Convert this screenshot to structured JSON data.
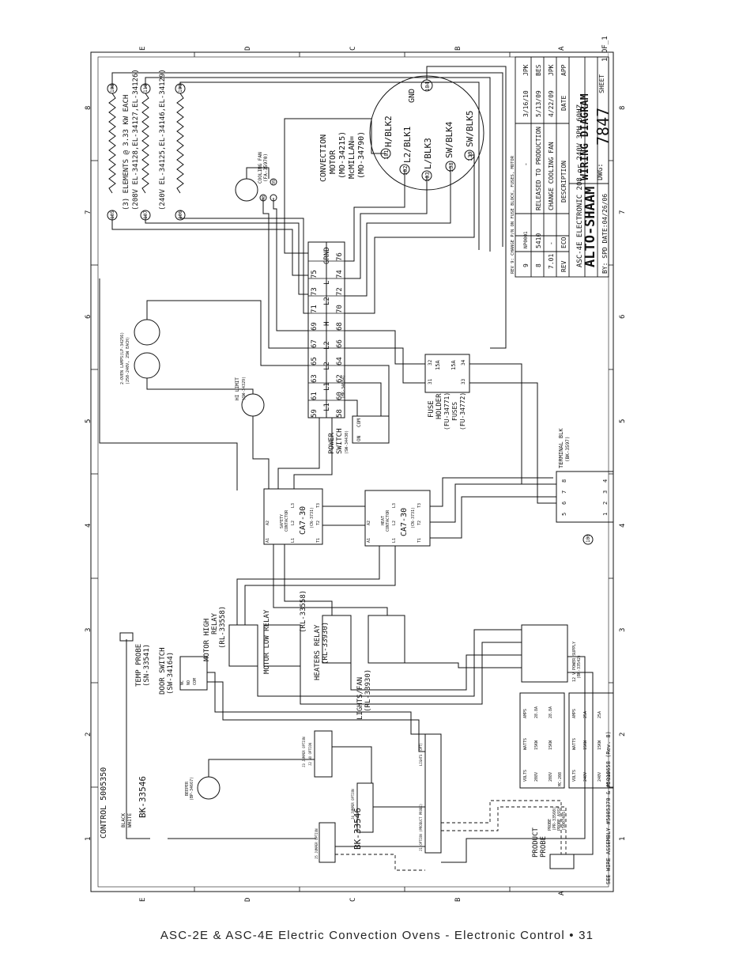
{
  "footer": "ASC-2E & ASC-4E Electric Convection Ovens - Electronic Control • 31",
  "zone_cols": [
    "1",
    "2",
    "3",
    "4",
    "5",
    "6",
    "7",
    "8"
  ],
  "zone_rows": [
    "E",
    "D",
    "C",
    "B",
    "A"
  ],
  "title_block": {
    "company": "ALTO-SHAAM",
    "title": "WIRING DIAGRAM",
    "subtitle": "ASC-4E ELECTRONIC 208 or 240V 3PH 60HZ",
    "dwg_label": "DWG:",
    "dwg_no": "7847",
    "sheet_label": "SHEET",
    "sheet_val": "1_OF_1",
    "by_line": "BY: SPD DATE:04/26/06",
    "rev_note": "REV 9: CHANGE P/N ON FUSE BLOCK, FUSES, MOTOR",
    "rev_header": [
      "REV",
      "ECO",
      "DESCRIPTION",
      "DATE",
      "APP"
    ],
    "revisions": [
      [
        "9",
        "NP0001",
        "-",
        "3/16/10",
        "JPK"
      ],
      [
        "8",
        "5410",
        "RELEASED TO PRODUCTION",
        "5/13/09",
        "BES"
      ],
      [
        "7.01",
        "-",
        "CHANGE COOLING FAN",
        "4/22/09",
        "JPK"
      ]
    ]
  },
  "labels": {
    "motor": [
      "CONVECTION",
      "MOTOR",
      "(MO-34215)",
      "McMILLAN=",
      "(MO-34790)"
    ],
    "motor_wires": [
      "H/BLK2",
      "L2/BLK1",
      "L/BLK3",
      "SW/BLK4",
      "SW/BLK5",
      "GND"
    ],
    "motor_pins": [
      "101",
      "102",
      "103",
      "138",
      "139",
      "104"
    ],
    "elements": [
      "(3) ELEMENTS @ 3.33 KW EACH",
      "(208V EL-34128,EL-34127,EL-34126)",
      "(240V EL-34125,EL-34146,EL-34129)"
    ],
    "element_pins": [
      "108",
      "110",
      "109",
      "105",
      "107",
      "106"
    ],
    "cooling_fan": [
      "COOLING FAN",
      "(FA-35970)"
    ],
    "fan_pins": [
      "98",
      "99"
    ],
    "terminal_block_head": [
      "L1",
      "L1",
      "L2",
      "L2",
      "H",
      "L2",
      "L",
      "GRND"
    ],
    "terminal_block_upper": [
      "59",
      "61",
      "63",
      "65",
      "67",
      "69",
      "71",
      "73",
      "75"
    ],
    "terminal_block_lower": [
      "58",
      "60",
      "62",
      "64",
      "66",
      "68",
      "70",
      "72",
      "74",
      "76"
    ],
    "power_switch": [
      "POWER",
      "SWITCH",
      "(SW-34430)"
    ],
    "power_switch_terms": [
      "ON",
      "COM"
    ],
    "oven_lamps": [
      "2-OVEN LAMPS(LP-34256)",
      "(250-240V, 25W EACH)"
    ],
    "hi_limit": [
      "HI LIMIT",
      "(SW-34329)"
    ],
    "fuse_block": [
      "(BK-34684)"
    ],
    "fuse": [
      "FUSE",
      "HOLDER",
      "(FU-34771)",
      "FUSES",
      "(FU-34772)"
    ],
    "fuse_amps": [
      "15A",
      "15A"
    ],
    "fuse_pins": [
      "31",
      "32",
      "33",
      "34"
    ],
    "terminal_blk": [
      "TERMINAL BLK",
      "(BK-3597)"
    ],
    "tb_pins_top": [
      "5",
      "6",
      "7",
      "8"
    ],
    "tb_pins_bot": [
      "1",
      "2",
      "3",
      "4"
    ],
    "ground_pin": "100",
    "safety_contactor": [
      "SAFETY",
      "CONTACTOR",
      "CA7-30",
      "(CN-3731)"
    ],
    "heat_contactor": [
      "HEAT",
      "CONTACTOR",
      "CA7-30",
      "(CN-3731)"
    ],
    "contactor_terms": [
      "A1",
      "A2",
      "L1",
      "L2",
      "L3",
      "T1",
      "T2",
      "T3"
    ],
    "temp_probe": [
      "TEMP PROBE",
      "(SN-33541)"
    ],
    "door_switch": [
      "DOOR SWITCH",
      "(SW-34164)"
    ],
    "door_switch_terms": [
      "NC",
      "NO",
      "COM"
    ],
    "motor_high": [
      "MOTOR HIGH",
      "RELAY",
      "(RL-33558)"
    ],
    "motor_low": [
      "MOTOR LOW RELAY",
      "(RL-33558)"
    ],
    "heaters_relay": [
      "HEATERS RELAY",
      "(RL-33930)"
    ],
    "lights_fan": [
      "LIGHTS/FAN",
      "(RL-33930)"
    ],
    "power_supply": [
      "12 V POWER SUPPLY",
      "(BK-33542)"
    ],
    "control": [
      "CONTROL 5005350"
    ],
    "wire_colors": [
      "BLACK",
      "WHITE"
    ],
    "bk_part": "BK-33546",
    "beeper": [
      "BEEPER",
      "(BP-34667)"
    ],
    "product_probe": [
      "PRODUCT",
      "PROBE",
      "PROBE",
      "(PR-33560)",
      "PROBE ASSY",
      "(5007485)"
    ],
    "wire_assy": "SEE WIRE ASSEMBLY #5005370 & #5010658 (Rev. 8)",
    "connectors": [
      "J2 NO OPTION",
      "J3 JUMPER OPTION",
      "J4 JUMPER OPTION",
      "J5 JUMPER OPTION",
      "LIGHTS (OPT)",
      "J1 OPTION (PRODUCT PROBE)"
    ]
  },
  "kw_tables": [
    {
      "id": "MC-208",
      "header": [
        "VOLTS",
        "WATTS",
        "AMPS"
      ],
      "rows": [
        [
          "208V",
          "15KW",
          "28.8A"
        ],
        [
          "208V",
          "15KW",
          "28.8A"
        ]
      ]
    },
    {
      "id": "MC-240",
      "header": [
        "VOLTS",
        "WATTS",
        "AMPS"
      ],
      "rows": [
        [
          "240V",
          "15KW",
          "25A"
        ],
        [
          "240V",
          "15KW",
          "25A"
        ]
      ]
    }
  ]
}
